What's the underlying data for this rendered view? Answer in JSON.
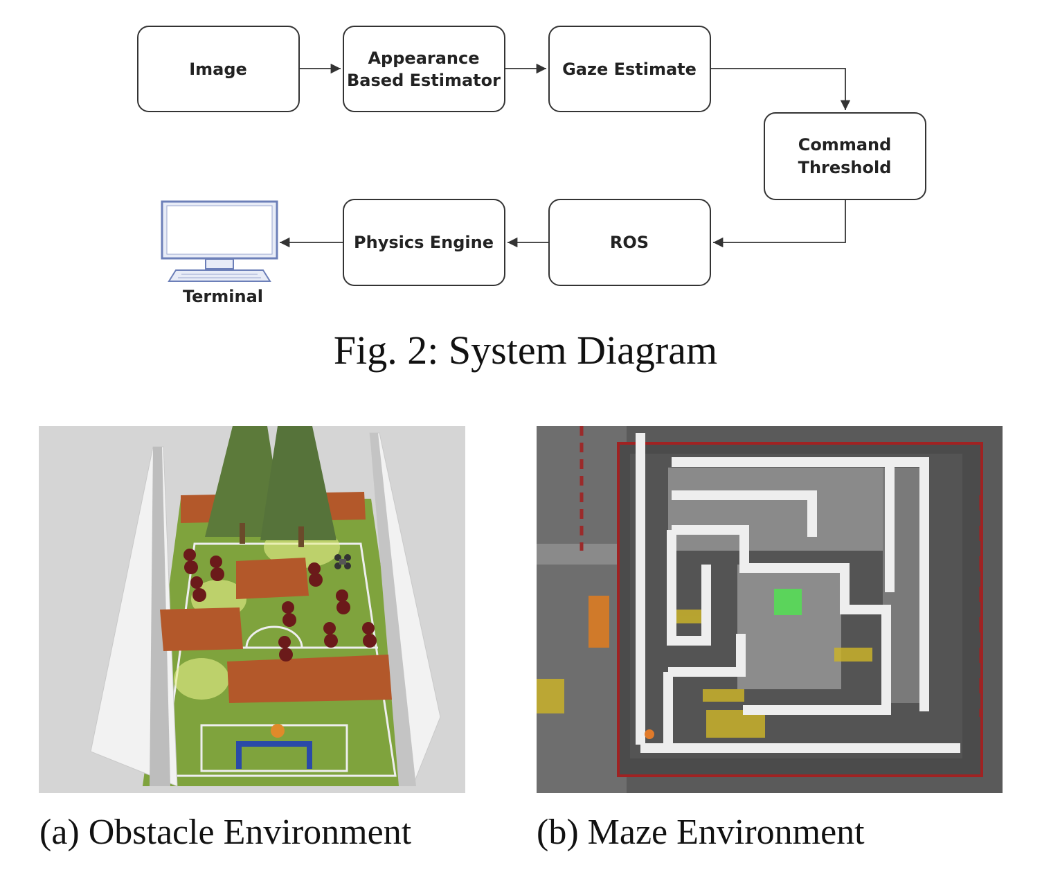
{
  "diagram": {
    "nodes": {
      "image": "Image",
      "appearance_line1": "Appearance",
      "appearance_line2": "Based Estimator",
      "gaze": "Gaze Estimate",
      "command_line1": "Command",
      "command_line2": "Threshold",
      "ros": "ROS",
      "physics": "Physics Engine",
      "terminal": "Terminal"
    },
    "colors": {
      "box_stroke": "#333333",
      "monitor_stroke": "#6c7fb8",
      "monitor_fill": "#e8ecf7"
    },
    "icons": [
      "monitor-icon"
    ]
  },
  "figure": {
    "caption": "Fig. 2: System Diagram"
  },
  "panels": {
    "a_caption": "(a) Obstacle Environment",
    "b_caption": "(b) Maze Environment"
  }
}
